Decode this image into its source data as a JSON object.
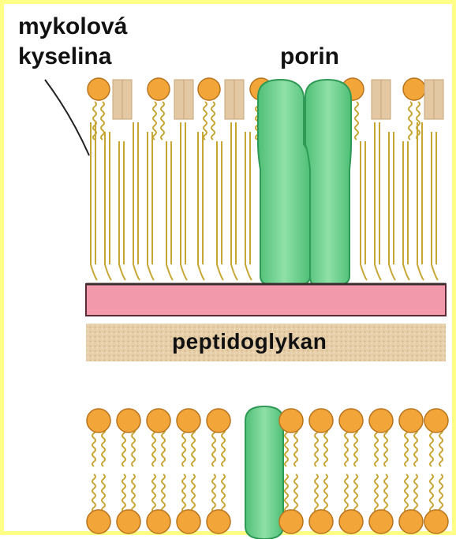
{
  "labels": {
    "mycolic_acid_line1": "mykolová",
    "mycolic_acid_line2": "kyselina",
    "porin": "porin",
    "peptidoglycan": "peptidoglykan"
  },
  "colors": {
    "lipid_head": "#f2a63a",
    "lipid_tail": "#c8a636",
    "porin": "#6fd08f",
    "pink_layer": "#f29aac",
    "peptidoglycan_layer": "#e2c9a4",
    "frame": "#ffff88"
  }
}
